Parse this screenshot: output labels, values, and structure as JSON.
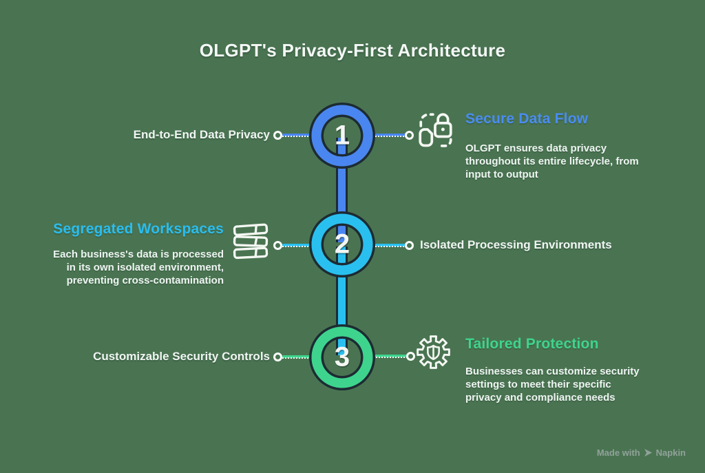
{
  "title": "OLGPT's Privacy-First Architecture",
  "colors": {
    "background": "#4a7451",
    "blue": "#4a86f0",
    "cyan": "#29c0f0",
    "green": "#3ed48e",
    "outline": "#1c2b33",
    "text": "#eef4f2",
    "watermark": "#91a29a"
  },
  "steps": [
    {
      "number": "1",
      "accent": "#4a86f0",
      "left_label": "End-to-End Data Privacy",
      "heading": "Secure Data Flow",
      "description": "OLGPT ensures data privacy throughout its entire lifecycle, from input to output",
      "icon": "lock-document-icon"
    },
    {
      "number": "2",
      "accent": "#29c0f0",
      "heading": "Segregated Workspaces",
      "description": "Each business's data is processed in its own isolated environment, preventing cross-contamination",
      "right_label": "Isolated Processing Environments",
      "icon": "stacked-workspaces-icon"
    },
    {
      "number": "3",
      "accent": "#3ed48e",
      "left_label": "Customizable Security Controls",
      "heading": "Tailored Protection",
      "description": "Businesses can customize security settings to meet their specific privacy and compliance needs",
      "icon": "gear-shield-icon"
    }
  ],
  "watermark": {
    "prefix": "Made with",
    "brand": "Napkin"
  }
}
